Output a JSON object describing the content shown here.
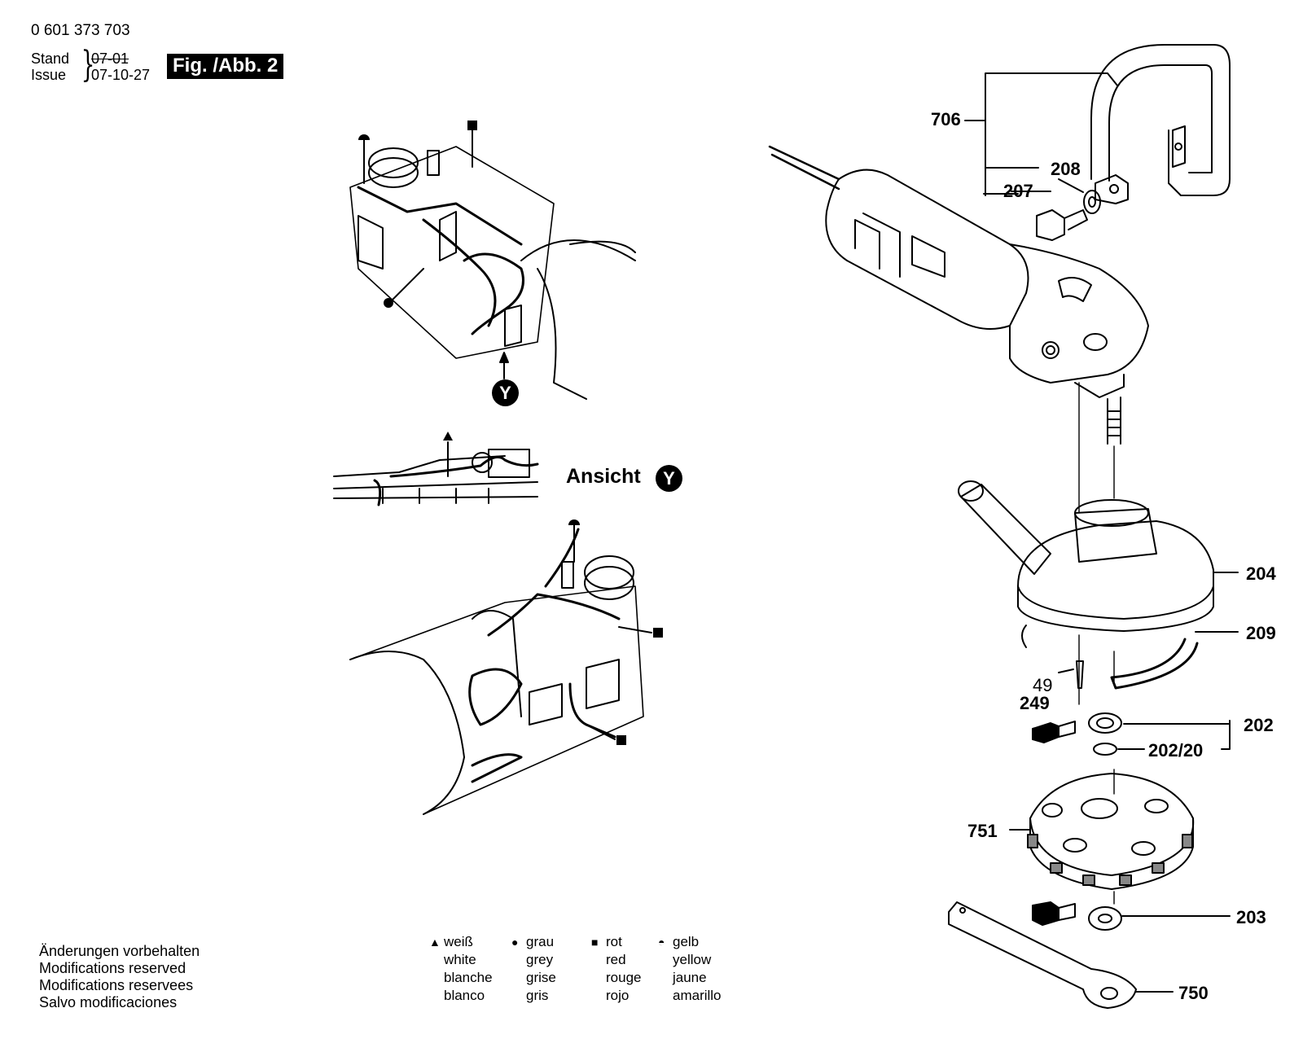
{
  "header": {
    "part_number": "0 601 373 703",
    "stand_label": "Stand",
    "issue_label": "Issue",
    "stand_value": "07-01",
    "issue_value": "07-10-27",
    "figure_badge": "Fig. /Abb. 2"
  },
  "view": {
    "ansicht_label": "Ansicht",
    "marker": "Y"
  },
  "callouts": {
    "c706": "706",
    "c208": "208",
    "c207": "207",
    "c204": "204",
    "c209": "209",
    "c49": "49",
    "c249": "249",
    "c202": "202",
    "c202_20": "202/20",
    "c751": "751",
    "c203": "203",
    "c750": "750"
  },
  "notes": [
    "Änderungen vorbehalten",
    "Modifications reserved",
    "Modifications reservees",
    "Salvo modificaciones"
  ],
  "legend": [
    {
      "symbol_icon": "triangle-icon",
      "symbol": "▲",
      "lines": [
        "weiß",
        "white",
        "blanche",
        "blanco"
      ]
    },
    {
      "symbol_icon": "circle-icon",
      "symbol": "●",
      "lines": [
        "grau",
        "grey",
        "grise",
        "gris"
      ]
    },
    {
      "symbol_icon": "square-icon",
      "symbol": "■",
      "lines": [
        "rot",
        "red",
        "rouge",
        "rojo"
      ]
    },
    {
      "symbol_icon": "half-circle-icon",
      "symbol": "◓",
      "lines": [
        "gelb",
        "yellow",
        "jaune",
        "amarillo"
      ]
    }
  ]
}
